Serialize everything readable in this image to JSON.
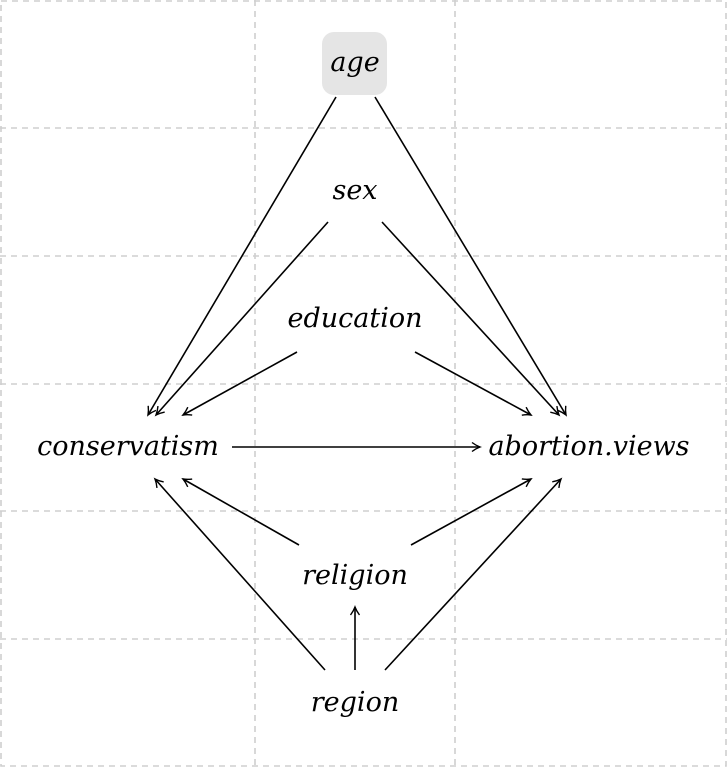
{
  "diagram": {
    "type": "directed-acyclic-graph",
    "nodes": {
      "age": {
        "label": "age",
        "highlighted": true
      },
      "sex": {
        "label": "sex",
        "highlighted": false
      },
      "education": {
        "label": "education",
        "highlighted": false
      },
      "conservatism": {
        "label": "conservatism",
        "highlighted": false
      },
      "abortion_views": {
        "label": "abortion.views",
        "highlighted": false
      },
      "religion": {
        "label": "religion",
        "highlighted": false
      },
      "region": {
        "label": "region",
        "highlighted": false
      }
    },
    "edges": [
      {
        "from": "age",
        "to": "conservatism"
      },
      {
        "from": "age",
        "to": "abortion_views"
      },
      {
        "from": "sex",
        "to": "conservatism"
      },
      {
        "from": "sex",
        "to": "abortion_views"
      },
      {
        "from": "education",
        "to": "conservatism"
      },
      {
        "from": "education",
        "to": "abortion_views"
      },
      {
        "from": "conservatism",
        "to": "abortion_views"
      },
      {
        "from": "religion",
        "to": "conservatism"
      },
      {
        "from": "religion",
        "to": "abortion_views"
      },
      {
        "from": "region",
        "to": "conservatism"
      },
      {
        "from": "region",
        "to": "abortion_views"
      },
      {
        "from": "region",
        "to": "religion"
      }
    ],
    "colors": {
      "highlight_fill": "#e5e5e5",
      "grid": "#cfcfcf",
      "edge": "#000000"
    }
  }
}
